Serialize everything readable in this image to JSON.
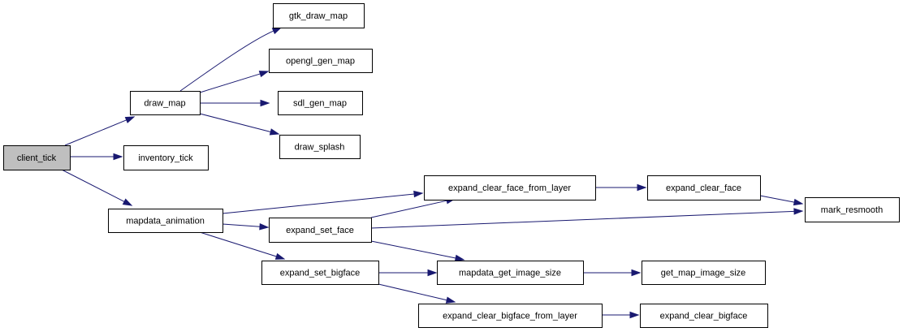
{
  "colors": {
    "edge": "#191970",
    "root_fill": "#bfbfbf",
    "node_fill": "#ffffff",
    "node_border": "#000000"
  },
  "nodes": [
    {
      "id": "client_tick",
      "label": "client_tick",
      "root": true
    },
    {
      "id": "draw_map",
      "label": "draw_map"
    },
    {
      "id": "inventory_tick",
      "label": "inventory_tick"
    },
    {
      "id": "mapdata_animation",
      "label": "mapdata_animation"
    },
    {
      "id": "gtk_draw_map",
      "label": "gtk_draw_map"
    },
    {
      "id": "opengl_gen_map",
      "label": "opengl_gen_map"
    },
    {
      "id": "sdl_gen_map",
      "label": "sdl_gen_map"
    },
    {
      "id": "draw_splash",
      "label": "draw_splash"
    },
    {
      "id": "expand_set_face",
      "label": "expand_set_face"
    },
    {
      "id": "expand_set_bigface",
      "label": "expand_set_bigface"
    },
    {
      "id": "expand_clear_face_from_layer",
      "label": "expand_clear_face_from_layer"
    },
    {
      "id": "mapdata_get_image_size",
      "label": "mapdata_get_image_size"
    },
    {
      "id": "expand_clear_bigface_from_layer",
      "label": "expand_clear_bigface_from_layer"
    },
    {
      "id": "expand_clear_face",
      "label": "expand_clear_face"
    },
    {
      "id": "get_map_image_size",
      "label": "get_map_image_size"
    },
    {
      "id": "expand_clear_bigface",
      "label": "expand_clear_bigface"
    },
    {
      "id": "mark_resmooth",
      "label": "mark_resmooth"
    }
  ],
  "edges": [
    {
      "from": "client_tick",
      "to": "draw_map"
    },
    {
      "from": "client_tick",
      "to": "inventory_tick"
    },
    {
      "from": "client_tick",
      "to": "mapdata_animation"
    },
    {
      "from": "draw_map",
      "to": "gtk_draw_map"
    },
    {
      "from": "draw_map",
      "to": "opengl_gen_map"
    },
    {
      "from": "draw_map",
      "to": "sdl_gen_map"
    },
    {
      "from": "draw_map",
      "to": "draw_splash"
    },
    {
      "from": "mapdata_animation",
      "to": "expand_clear_face_from_layer"
    },
    {
      "from": "mapdata_animation",
      "to": "expand_set_face"
    },
    {
      "from": "mapdata_animation",
      "to": "expand_set_bigface"
    },
    {
      "from": "expand_set_face",
      "to": "expand_clear_face_from_layer"
    },
    {
      "from": "expand_set_face",
      "to": "mark_resmooth"
    },
    {
      "from": "expand_set_face",
      "to": "mapdata_get_image_size"
    },
    {
      "from": "expand_set_bigface",
      "to": "mapdata_get_image_size"
    },
    {
      "from": "expand_set_bigface",
      "to": "expand_clear_bigface_from_layer"
    },
    {
      "from": "expand_clear_face_from_layer",
      "to": "expand_clear_face"
    },
    {
      "from": "expand_clear_face",
      "to": "mark_resmooth"
    },
    {
      "from": "mapdata_get_image_size",
      "to": "get_map_image_size"
    },
    {
      "from": "expand_clear_bigface_from_layer",
      "to": "expand_clear_bigface"
    }
  ]
}
